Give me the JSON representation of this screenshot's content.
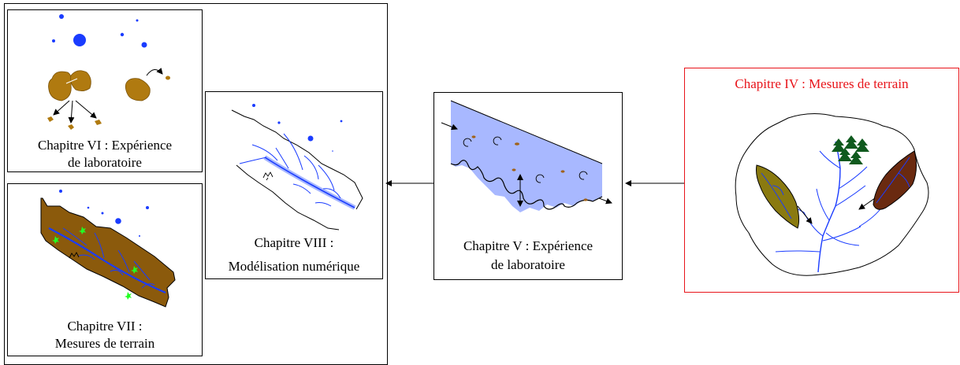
{
  "chapters": {
    "ch4": {
      "line1": "Chapitre IV : Mesures de terrain",
      "color": "#e8141a"
    },
    "ch5": {
      "line1": "Chapitre V : Expérience",
      "line2": "de laboratoire"
    },
    "ch6": {
      "line1": "Chapitre VI : Expérience",
      "line2": "de laboratoire"
    },
    "ch7": {
      "line1": "Chapitre VII :",
      "line2": "Mesures de terrain"
    },
    "ch8": {
      "line1": "Chapitre VIII :",
      "line2": "Modélisation  numérique"
    }
  },
  "colors": {
    "water": "#1a3cff",
    "flume": "#a8b8ff",
    "soil": "#b07a10",
    "terrain_brown": "#8b5a0c",
    "terrain_olive": "#8a7a10",
    "terrain_red": "#6a2a10",
    "tree": "#0f5a1e",
    "grass": "#22ff22",
    "highlight": "#e8141a"
  }
}
